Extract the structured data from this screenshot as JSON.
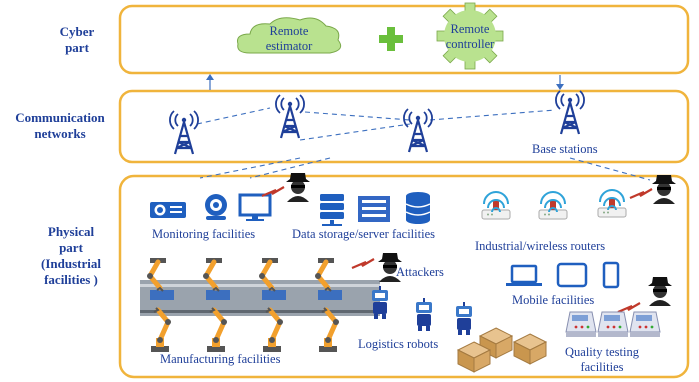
{
  "layers": {
    "cyber": [
      "Cyber",
      "part"
    ],
    "communication": [
      "Communication",
      "networks"
    ],
    "physical": [
      "Physical",
      "part",
      "(Industrial",
      "facilities )"
    ]
  },
  "cyber_part": {
    "estimator": [
      "Remote",
      "estimator"
    ],
    "controller": [
      "Remote",
      "controller"
    ]
  },
  "communication_part": {
    "base_stations": "Base stations"
  },
  "physical_part": {
    "monitoring": "Monitoring facilities",
    "data_storage": "Data storage/server facilities",
    "routers": "Industrial/wireless routers",
    "attackers": "Attackers",
    "mobile": "Mobile facilities",
    "manufacturing": "Manufacturing facilities",
    "logistics": "Logistics robots",
    "quality": [
      "Quality testing",
      "facilities"
    ]
  },
  "colors": {
    "frame": "#f0b43c",
    "text": "#1f3f99",
    "tower": "#1f3f99",
    "cloud": "#b9e28f",
    "gear": "#b9e28f",
    "plus": "#6abf3c",
    "arm": "#f2a02d",
    "conveyor": "#7c8591",
    "attacker": "#222222",
    "lightning": "#c0392b"
  },
  "icons": [
    "cloud-icon",
    "plus-icon",
    "gear-icon",
    "tower-icon",
    "projector-icon",
    "webcam-icon",
    "monitor-icon",
    "server-icon",
    "router-icon",
    "laptop-icon",
    "tablet-icon",
    "phone-icon",
    "robot-arm-icon",
    "conveyor-icon",
    "robot-icon",
    "box-icon",
    "tester-icon",
    "hacker-icon",
    "lightning-icon"
  ]
}
